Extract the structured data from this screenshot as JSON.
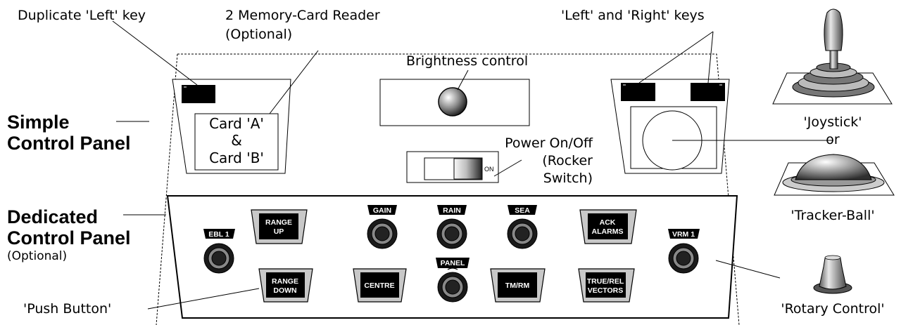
{
  "callouts": {
    "duplicate_left_key": "Duplicate 'Left' key",
    "memory_card_line1": "2 Memory-Card Reader",
    "memory_card_line2": "(Optional)",
    "brightness": "Brightness control",
    "left_right_keys": "'Left' and 'Right' keys",
    "power_line1": "Power On/Off",
    "power_line2": "(Rocker",
    "power_line3": "Switch)",
    "joystick": "'Joystick'",
    "or": "or",
    "tracker_ball": "'Tracker-Ball'",
    "rotary_control": "'Rotary Control'",
    "push_button": "'Push Button'"
  },
  "sections": {
    "simple_line1": "Simple",
    "simple_line2": "Control Panel",
    "dedicated_line1": "Dedicated",
    "dedicated_line2": "Control Panel",
    "dedicated_line3": "(Optional)"
  },
  "card_reader": {
    "line1": "Card 'A'",
    "line2": "&",
    "line3": "Card 'B'"
  },
  "rocker": {
    "on_label": "ON"
  },
  "push_buttons": {
    "range_up": [
      "RANGE",
      "UP"
    ],
    "range_down": [
      "RANGE",
      "DOWN"
    ],
    "centre": "CENTRE",
    "ack_alarms": [
      "ACK",
      "ALARMS"
    ],
    "tm_rm": "TM/RM",
    "true_rel_vectors": [
      "TRUE/REL",
      "VECTORS"
    ]
  },
  "rotary_knobs": {
    "ebl1": "EBL 1",
    "gain": "GAIN",
    "rain": "RAIN",
    "sea": "SEA",
    "panel": "PANEL",
    "vrm1": "VRM 1"
  },
  "colors": {
    "key_black": "#000000",
    "knob_dark": "#111111",
    "background": "#ffffff"
  }
}
